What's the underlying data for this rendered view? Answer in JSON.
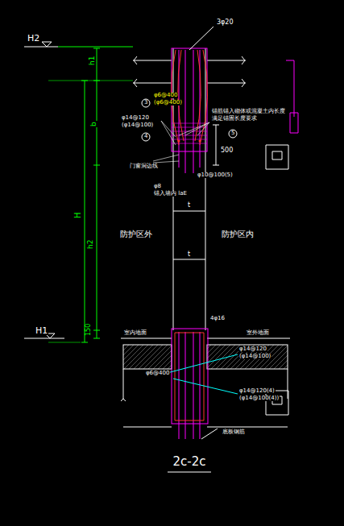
{
  "diagram": {
    "caption": "2c-2c",
    "labels": [
      "H2",
      "3φ20",
      "h1",
      "b",
      "H",
      "h2",
      "150",
      "H1",
      "φ6@400",
      "(φ6@400)",
      "φ14@120",
      "(φ14@100)",
      "锚筋锚入砌体或混凝土内长度",
      "满足锚固长度要求",
      "500",
      "φ10@100(5)",
      "门窗洞边线",
      "φ8",
      "锚入墙内 laE",
      "t",
      "t",
      "防护区外",
      "防护区内",
      "4φ16",
      "室内地面",
      "室外地面",
      "φ14@120",
      "(φ14@100)",
      "φ6@400",
      "φ14@120(4)",
      "(φ14@100(4))",
      "底板钢筋",
      "3",
      "4",
      "5"
    ]
  }
}
